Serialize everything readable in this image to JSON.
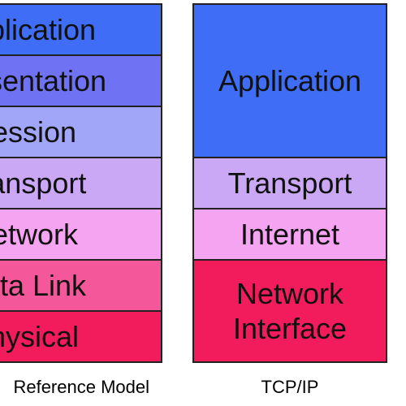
{
  "osi": {
    "caption": "Reference Model",
    "layers": [
      {
        "label": "Application",
        "color": "#3f6df5"
      },
      {
        "label": "Presentation",
        "color": "#6f72f2"
      },
      {
        "label": "Session",
        "color": "#a2a6f8"
      },
      {
        "label": "Transport",
        "color": "#cba8f5"
      },
      {
        "label": "Network",
        "color": "#f5a4f2"
      },
      {
        "label": "Data Link",
        "color": "#f4589a"
      },
      {
        "label": "Physical",
        "color": "#f21b5c"
      }
    ]
  },
  "tcpip": {
    "caption": "TCP/IP",
    "layers": [
      {
        "label": "Application",
        "color": "#3f6df5"
      },
      {
        "label": "Transport",
        "color": "#cba8f5"
      },
      {
        "label": "Internet",
        "color": "#f5a4f2"
      },
      {
        "label": "Network Interface",
        "lines": [
          "Network",
          "Interface"
        ],
        "color": "#f21b5c"
      }
    ]
  }
}
